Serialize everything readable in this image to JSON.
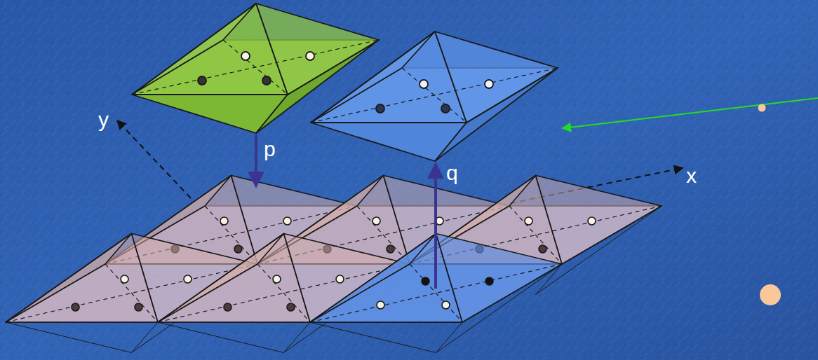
{
  "diagram": {
    "labels": [
      "y",
      "p",
      "q",
      "x"
    ]
  }
}
